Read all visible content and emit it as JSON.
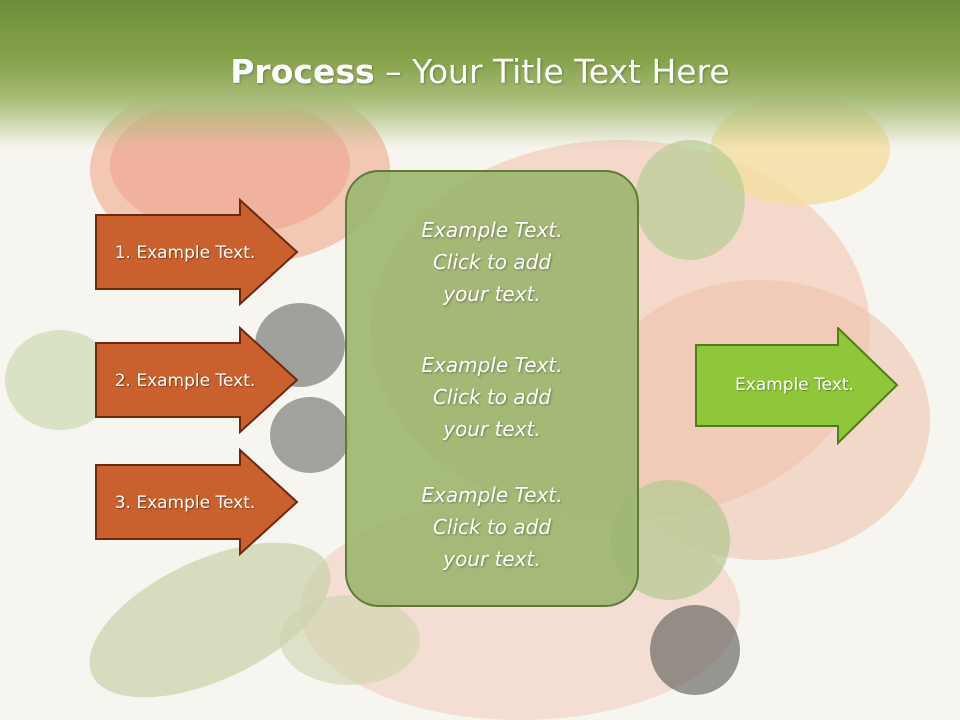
{
  "slide": {
    "title_bold": "Process",
    "title_rest": " – Your Title Text Here"
  },
  "left_arrows": [
    {
      "label": "1. Example Text."
    },
    {
      "label": "2. Example Text."
    },
    {
      "label": "3. Example Text."
    }
  ],
  "center_box": {
    "paragraphs": [
      {
        "line1": "Example Text.",
        "line2": "Click  to add",
        "line3": "your text."
      },
      {
        "line1": "Example Text.",
        "line2": "Click  to add",
        "line3": "your text."
      },
      {
        "line1": "Example Text.",
        "line2": "Click  to add",
        "line3": "your text."
      }
    ]
  },
  "right_arrow": {
    "label": "Example Text."
  },
  "colors": {
    "header_green": "#7a9640",
    "left_arrow_fill": "#c9602e",
    "left_arrow_border": "#6b2a10",
    "center_box_fill": "#9db670",
    "right_arrow_fill": "#8fc63a",
    "right_arrow_border": "#4f7d16"
  }
}
